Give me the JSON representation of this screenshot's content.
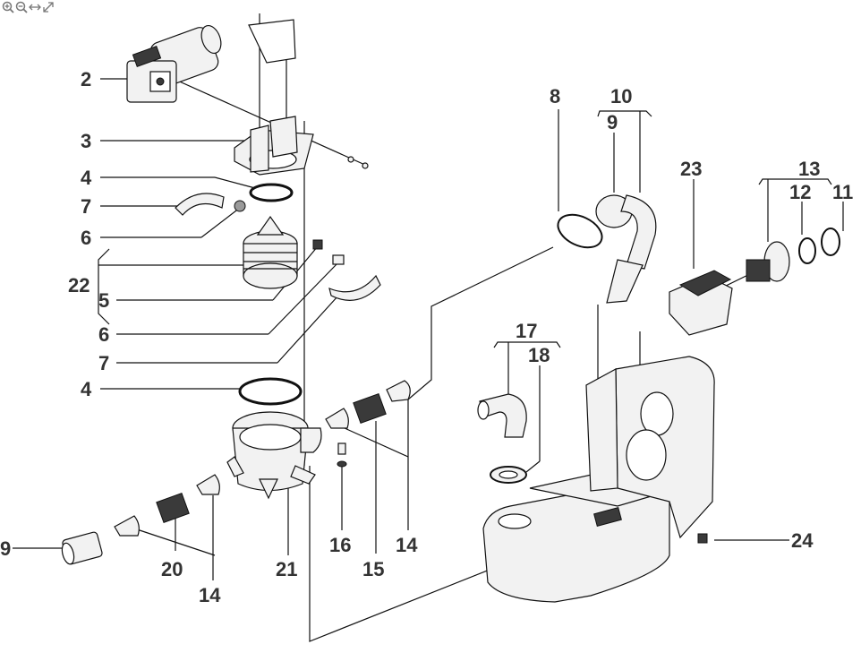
{
  "toolbar": {
    "icons": [
      "zoom-in-icon",
      "zoom-out-icon",
      "fit-width-icon",
      "fullscreen-icon"
    ]
  },
  "diagram": {
    "callouts": [
      "2",
      "3",
      "4",
      "7",
      "6",
      "22",
      "5",
      "6",
      "7",
      "4",
      "8",
      "10",
      "9",
      "23",
      "13",
      "12",
      "11",
      "17",
      "18",
      "24",
      "9",
      "20",
      "14",
      "21",
      "16",
      "15",
      "14"
    ]
  },
  "colors": {
    "line": "#111111",
    "label": "#333333",
    "part_fill": "#f2f2f2",
    "dark_fill": "#3a3a3a"
  }
}
